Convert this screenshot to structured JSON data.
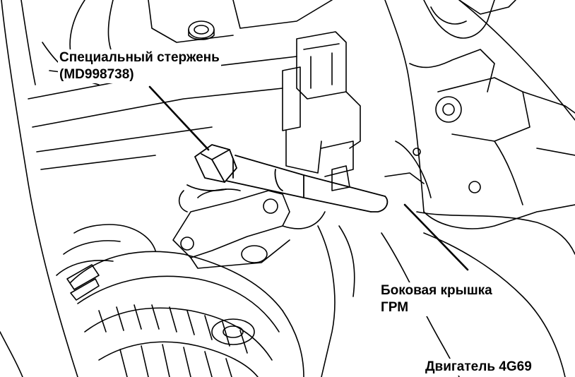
{
  "labels": {
    "special_rod": {
      "line1": "Специальный стержень",
      "line2": "(MD998738)"
    },
    "timing_cover": {
      "line1": "Боковая крышка",
      "line2": "ГРМ"
    },
    "engine": "Двигатель 4G69"
  },
  "colors": {
    "ink": "#000000",
    "paper": "#ffffff"
  }
}
